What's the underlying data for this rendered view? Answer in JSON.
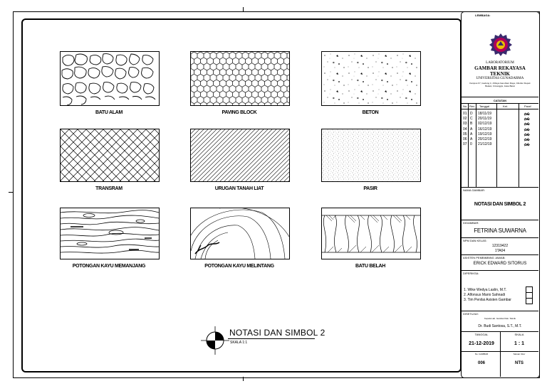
{
  "drawing": {
    "patterns": [
      {
        "id": "batu-alam",
        "label": "BATU ALAM"
      },
      {
        "id": "paving-block",
        "label": "PAVING BLOCK"
      },
      {
        "id": "beton",
        "label": "BETON"
      },
      {
        "id": "transram",
        "label": "TRANSRAM"
      },
      {
        "id": "urugan-tanah-liat",
        "label": "URUGAN TANAH LIAT"
      },
      {
        "id": "pasir",
        "label": "PASIR"
      },
      {
        "id": "potongan-kayu-memanjang",
        "label": "POTONGAN KAYU MEMANJANG"
      },
      {
        "id": "potongan-kayu-melintang",
        "label": "POTONGAN KAYU MELINTANG"
      },
      {
        "id": "batu-belah",
        "label": "BATU BELAH"
      }
    ],
    "title": "NOTASI DAN SIMBOL 2",
    "scale": "SKALA 1:1"
  },
  "titleblock": {
    "lembaga_label": "LEMBAGA:",
    "lab_line1": "LABORATORIUM",
    "lab_line2": "GAMBAR REKAYASA",
    "lab_line3": "TEKNIK",
    "univ": "UNIVERSITAS GUNADARMA",
    "address": "Kampus F7, Gedung 4, Jl.Raya Gas Alam Raya, Cibubur Depok",
    "address2": "Bekasi, Cimanggis, Jawa Barat",
    "catatan_label": "CATATAN",
    "table_headers": [
      "No.",
      "Rev.",
      "Tanggal",
      "Ket.",
      "Paraf"
    ],
    "rows": [
      {
        "no": "01",
        "rev": "D",
        "tgl": "18/11/19"
      },
      {
        "no": "02",
        "rev": "C",
        "tgl": "20/11/19"
      },
      {
        "no": "03",
        "rev": "B",
        "tgl": "02/12/19"
      },
      {
        "no": "04",
        "rev": "A",
        "tgl": "16/12/19"
      },
      {
        "no": "05",
        "rev": "A",
        "tgl": "19/12/19"
      },
      {
        "no": "06",
        "rev": "A",
        "tgl": "20/12/19"
      },
      {
        "no": "07",
        "rev": "0",
        "tgl": "21/12/19"
      }
    ],
    "nama_gambar_label": "NAMA GAMBAR:",
    "nama_gambar": "NOTASI DAN SIMBOL 2",
    "digambar_label": "DIGAMBAR:",
    "digambar": "FETRINA SUWARNA",
    "npm_label": "NPM DAN KELAS:",
    "npm": "12319422",
    "kelas": "1TA04",
    "asisten_label": "ASISTEN PEMBIMBING JAWAB:",
    "asisten": "ERICK EDWARD SITORUS",
    "diperiksa_label": "DIPERIKSA:",
    "diperiksa": [
      "1. Wike Wedya Laslin, M.T.",
      "2. Alfonsus Mario Sahnadi",
      "3. Tim Penilai Asisten Gambar"
    ],
    "disetujui_label": "DISETUJUI:",
    "kepala_label": "Kepala Lab. Gambar Rek. Teknik",
    "kepala": "Dr. Budi Santosa, S.T., M.T.",
    "tanggal_label": "TANGGAL",
    "skala_label": "SKALA",
    "tanggal": "21-12-2019",
    "skala": "1 : 1",
    "no_gambar_label": "No. GAMBAR",
    "satuan_label": "Satuan Ukur",
    "no_gambar": "006",
    "satuan": "NTS"
  }
}
